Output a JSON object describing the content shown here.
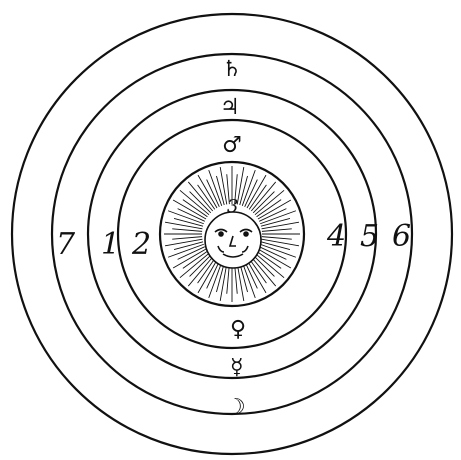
{
  "diagram": {
    "ring_numbers": [
      "1",
      "2",
      "3",
      "4",
      "5",
      "6",
      "7"
    ],
    "planet_symbols": {
      "saturn": "♄",
      "jupiter": "♃",
      "mars": "♂",
      "venus": "♀",
      "mercury": "☿",
      "moon": "☽"
    },
    "colors": {
      "ink": "#111111",
      "paper": "#ffffff"
    }
  }
}
